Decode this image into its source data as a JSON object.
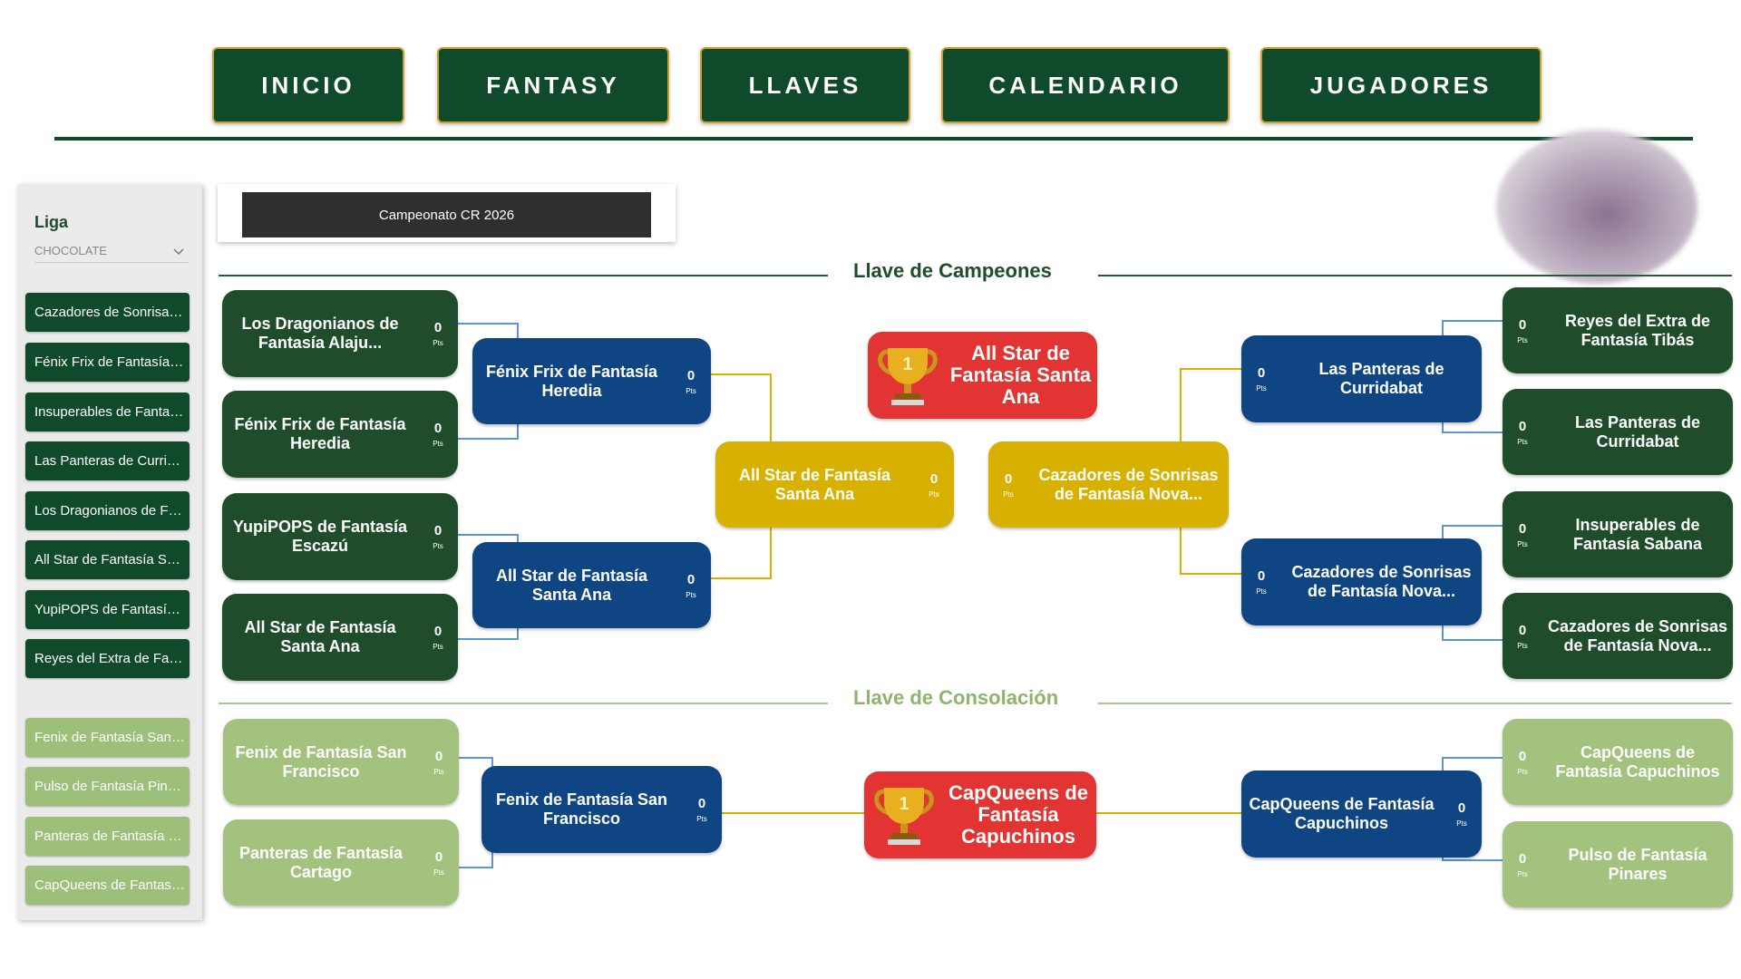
{
  "nav": {
    "inicio": "INICIO",
    "fantasy": "FANTASY",
    "llaves": "LLAVES",
    "calendario": "CALENDARIO",
    "jugadores": "JUGADORES"
  },
  "sidebar": {
    "label": "Liga",
    "league_value": "CHOCOLATE",
    "champions_items": [
      "Cazadores de Sonrisas de Fantasía Novacentro",
      "Fénix Frix de Fantasía Heredia",
      "Insuperables de Fantasía Sabana",
      "Las Panteras de Curridabat",
      "Los Dragonianos de Fantasía Alajuela",
      "All Star de Fantasía Santa Ana",
      "YupiPOPS de Fantasía Escazú",
      "Reyes del Extra de Fantasía Tibás"
    ],
    "consolation_items": [
      "Fenix de Fantasía San Francisco",
      "Pulso de Fantasía Pinares",
      "Panteras de Fantasía Cartago",
      "CapQueens de Fantasía Capuchinos"
    ]
  },
  "championship": "Campeonato CR 2026",
  "sections": {
    "champions_title": "Llave de Campeones",
    "consolation_title": "Llave de Consolación"
  },
  "pts_label": "Pts",
  "bracket": {
    "champions": {
      "left_r1": [
        {
          "name": "Los Dragonianos de Fantasía Alaju...",
          "score": "0"
        },
        {
          "name": "Fénix Frix de Fantasía Heredia",
          "score": "0"
        },
        {
          "name": "YupiPOPS de Fantasía Escazú",
          "score": "0"
        },
        {
          "name": "All Star de Fantasía Santa Ana",
          "score": "0"
        }
      ],
      "left_r2": [
        {
          "name": "Fénix Frix de Fantasía Heredia",
          "score": "0"
        },
        {
          "name": "All Star de Fantasía Santa Ana",
          "score": "0"
        }
      ],
      "left_final": {
        "name": "All Star de Fantasía Santa Ana",
        "score": "0"
      },
      "right_final": {
        "name": "Cazadores de Sonrisas de Fantasía Nova...",
        "score": "0"
      },
      "right_r2": [
        {
          "name": "Las Panteras de Curridabat",
          "score": "0"
        },
        {
          "name": "Cazadores de Sonrisas de Fantasía Nova...",
          "score": "0"
        }
      ],
      "right_r1": [
        {
          "name": "Reyes del Extra de Fantasía Tibás",
          "score": "0"
        },
        {
          "name": "Las Panteras de Curridabat",
          "score": "0"
        },
        {
          "name": "Insuperables de Fantasía Sabana",
          "score": "0"
        },
        {
          "name": "Cazadores de Sonrisas de Fantasía Nova...",
          "score": "0"
        }
      ],
      "winner": "All Star de Fantasía Santa Ana"
    },
    "consolation": {
      "left_r1": [
        {
          "name": "Fenix de Fantasía San Francisco",
          "score": "0"
        },
        {
          "name": "Panteras de Fantasía Cartago",
          "score": "0"
        }
      ],
      "left_r2": {
        "name": "Fenix de Fantasía San Francisco",
        "score": "0"
      },
      "right_r2": {
        "name": "CapQueens de Fantasía Capuchinos",
        "score": "0"
      },
      "right_r1": [
        {
          "name": "CapQueens de Fantasía Capuchinos",
          "score": "0"
        },
        {
          "name": "Pulso de Fantasía Pinares",
          "score": "0"
        }
      ],
      "winner": "CapQueens de Fantasía Capuchinos"
    }
  },
  "trophy_rank": "1",
  "colors": {
    "nav_bg": "#0f4a2a",
    "nav_border": "#c8a030",
    "champ_green": "#1f4d2b",
    "blue": "#0e4582",
    "gold": "#d8b000",
    "light_green": "#a2c27e",
    "winner_red": "#e33434"
  }
}
